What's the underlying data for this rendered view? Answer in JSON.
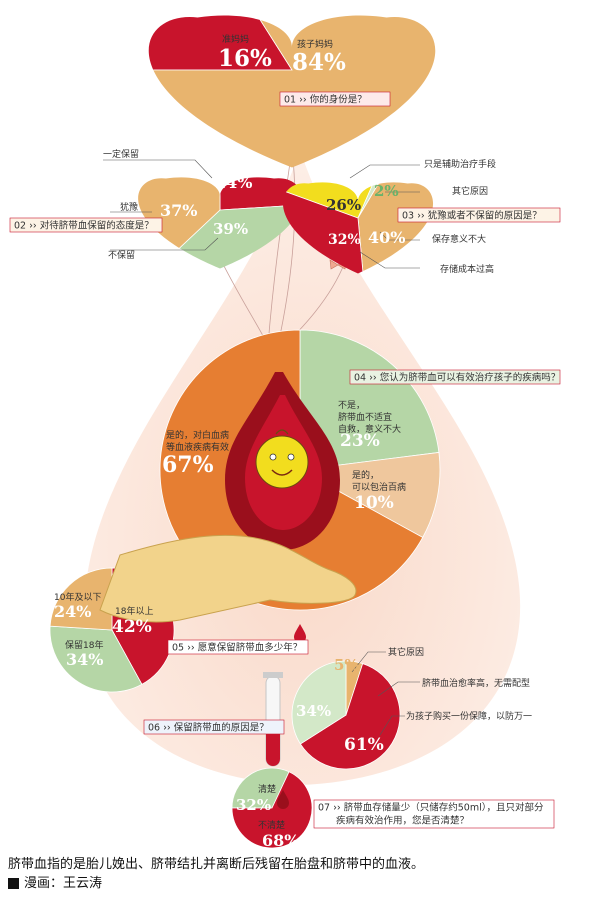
{
  "colors": {
    "red": "#c8142c",
    "tan": "#e8b46e",
    "orange": "#e67e32",
    "green": "#b5d6a6",
    "pale_green": "#d3e8c8",
    "peach": "#efc79d",
    "yellow": "#f2dd1e",
    "cream": "#f3d3bd",
    "blood": "#9a0f1c"
  },
  "chart_data": [
    {
      "id": "q1",
      "type": "pie",
      "number": "01",
      "question": "你的身份是？",
      "categories": [
        "准妈妈",
        "孩子妈妈"
      ],
      "values": [
        16,
        84
      ],
      "value_labels": [
        "16%",
        "84%"
      ]
    },
    {
      "id": "q2",
      "type": "pie",
      "number": "02",
      "question": "对待脐带血保留的态度是？",
      "categories": [
        "一定保留",
        "不保留",
        "犹豫"
      ],
      "values": [
        24,
        39,
        37
      ],
      "value_labels": [
        "24%",
        "39%",
        "37%"
      ]
    },
    {
      "id": "q3",
      "type": "pie",
      "number": "03",
      "question": "犹豫或者不保留的原因是？",
      "categories": [
        "只是辅助治疗手段",
        "其它原因",
        "保存意义不大",
        "存储成本过高"
      ],
      "values": [
        26,
        2,
        40,
        32
      ],
      "value_labels": [
        "26%",
        "2%",
        "40%",
        "32%"
      ]
    },
    {
      "id": "q4",
      "type": "pie",
      "number": "04",
      "question": "您认为脐带血可以有效治疗孩子的疾病吗？",
      "categories": [
        "不是，脐带血不适宜自救，意义不大",
        "是的，可以包治百病",
        "是的，对白血病等血液疾病有效"
      ],
      "category_lines": [
        [
          "不是，",
          "脐带血不适宜",
          "自救，意义不大"
        ],
        [
          "是的，",
          "可以包治百病"
        ],
        [
          "是的，对白血病",
          "等血液疾病有效"
        ]
      ],
      "values": [
        23,
        10,
        67
      ],
      "value_labels": [
        "23%",
        "10%",
        "67%"
      ]
    },
    {
      "id": "q5",
      "type": "pie",
      "number": "05",
      "question": "愿意保留脐带血多少年？",
      "categories": [
        "18年以上",
        "保留18年",
        "10年及以下"
      ],
      "values": [
        42,
        34,
        24
      ],
      "value_labels": [
        "42%",
        "34%",
        "24%"
      ]
    },
    {
      "id": "q6",
      "type": "pie",
      "number": "06",
      "question": "保留脐带血的原因是？",
      "categories": [
        "其它原因",
        "为孩子购买一份保障，以防万一",
        "脐带血治愈率高，无需配型"
      ],
      "values": [
        5,
        61,
        34
      ],
      "value_labels": [
        "5%",
        "61%",
        "34%"
      ]
    },
    {
      "id": "q7",
      "type": "pie",
      "number": "07",
      "question": "脐带血存储量少（只储存约50ml），且只对部分疾病有效治作用，您是否清楚？",
      "question_lines": [
        "脐带血存储量少（只储存约50ml），且只对部分",
        "疾病有效治作用，您是否清楚？"
      ],
      "categories": [
        "清楚",
        "不清楚"
      ],
      "values": [
        32,
        68
      ],
      "value_labels": [
        "32%",
        "68%"
      ]
    }
  ],
  "caption": {
    "text": "脐带血指的是胎儿娩出、脐带结扎并离断后残留在胎盘和脐带中的血液。",
    "credit": "漫画：王云涛"
  }
}
